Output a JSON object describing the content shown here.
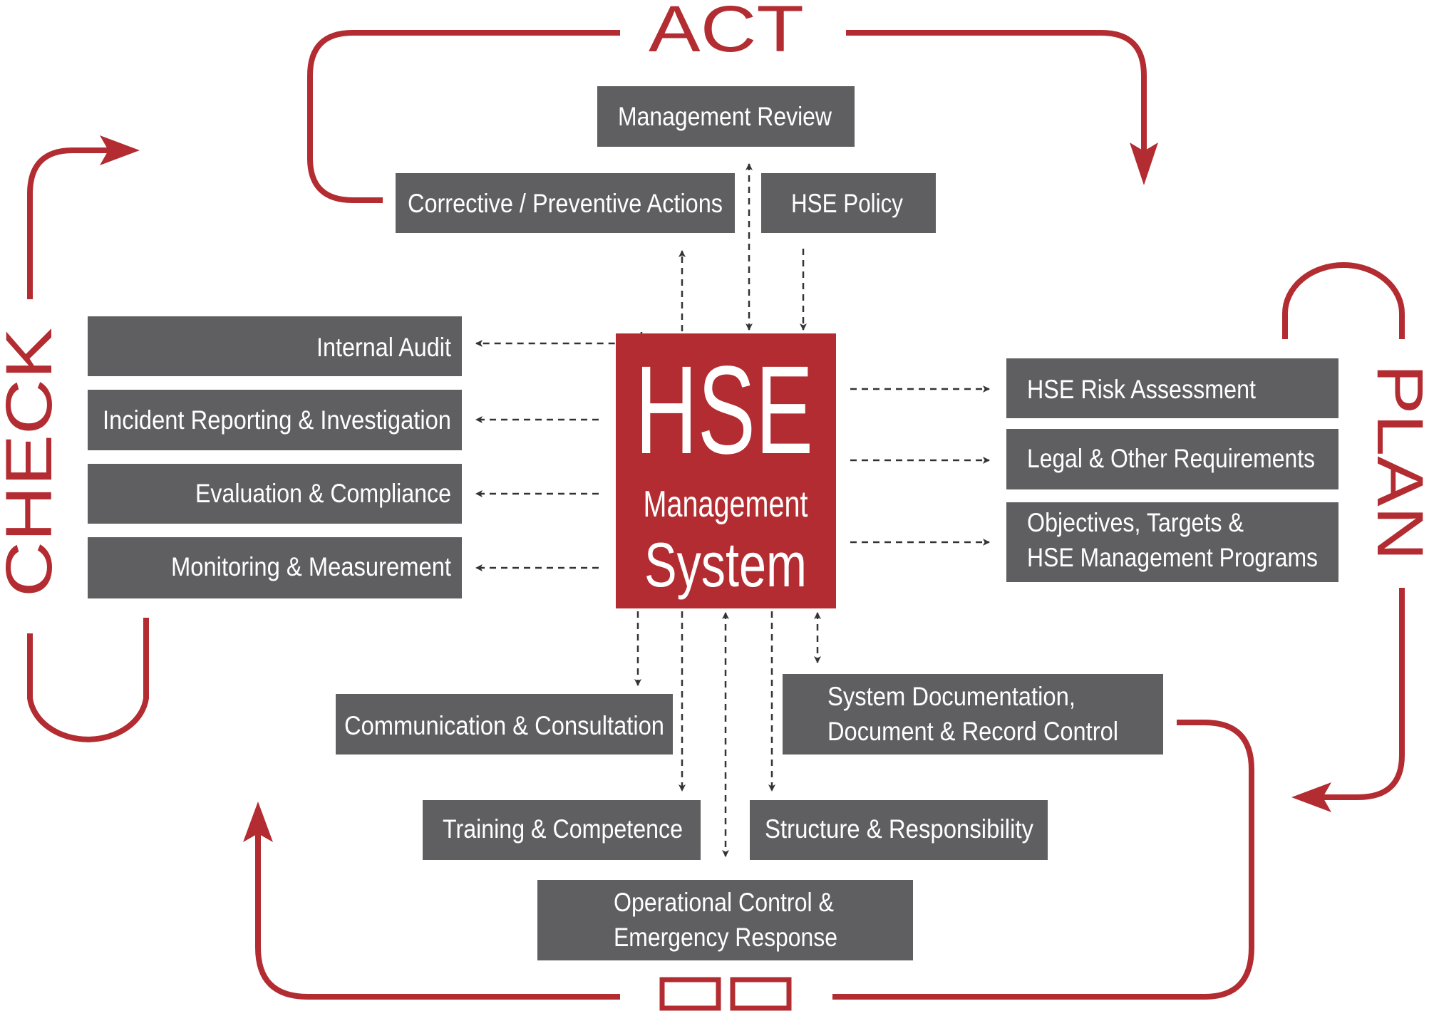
{
  "colors": {
    "accent": "#b22c31",
    "box": "#5f5f61",
    "arrow": "#333333"
  },
  "cycle": {
    "act": "ACT",
    "plan": "PLAN",
    "check": "CHECK"
  },
  "center": {
    "line1": "HSE",
    "line2": "Management",
    "line3": "System"
  },
  "act_items": {
    "management_review": "Management Review",
    "corrective": "Corrective / Preventive Actions",
    "policy": "HSE Policy"
  },
  "check_items": [
    "Internal Audit",
    "Incident Reporting & Investigation",
    "Evaluation & Compliance",
    "Monitoring & Measurement"
  ],
  "plan_items": {
    "risk": "HSE Risk Assessment",
    "legal": "Legal & Other Requirements",
    "objectives_1": "Objectives, Targets &",
    "objectives_2": "HSE Management Programs"
  },
  "do_items": {
    "communication": "Communication & Consultation",
    "documentation_1": "System Documentation,",
    "documentation_2": "Document & Record Control",
    "training": "Training & Competence",
    "structure": "Structure & Responsibility",
    "operational_1": "Operational Control &",
    "operational_2": "Emergency Response"
  }
}
